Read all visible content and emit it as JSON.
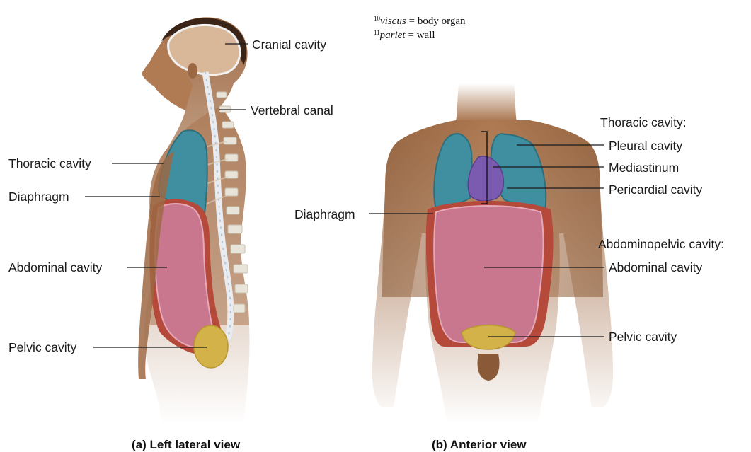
{
  "footnotes": [
    {
      "num": "10",
      "term": "viscus",
      "definition": "= body organ"
    },
    {
      "num": "11",
      "term": "pariet",
      "definition": "= wall"
    }
  ],
  "left_view": {
    "caption": "(a) Left lateral view",
    "labels": {
      "cranial": "Cranial cavity",
      "vertebral": "Vertebral canal",
      "thoracic": "Thoracic cavity",
      "diaphragm": "Diaphragm",
      "abdominal": "Abdominal cavity",
      "pelvic": "Pelvic cavity"
    }
  },
  "right_view": {
    "caption": "(b) Anterior view",
    "labels": {
      "thoracic_heading": "Thoracic cavity:",
      "pleural": "Pleural cavity",
      "mediastinum": "Mediastinum",
      "pericardial": "Pericardial cavity",
      "diaphragm": "Diaphragm",
      "abdominopelvic_heading": "Abdominopelvic cavity:",
      "abdominal": "Abdominal cavity",
      "pelvic": "Pelvic cavity"
    }
  },
  "colors": {
    "skin": "#b07a52",
    "skin_dark": "#8a5a38",
    "hair": "#3a2518",
    "brain": "#d9b89a",
    "spine": "#e8ecf0",
    "lung": "#3f8fa0",
    "diaphragm": "#b5493a",
    "abdomen": "#c9778f",
    "pelvis": "#d4b24a",
    "mediastinum": "#7a5bb0"
  }
}
